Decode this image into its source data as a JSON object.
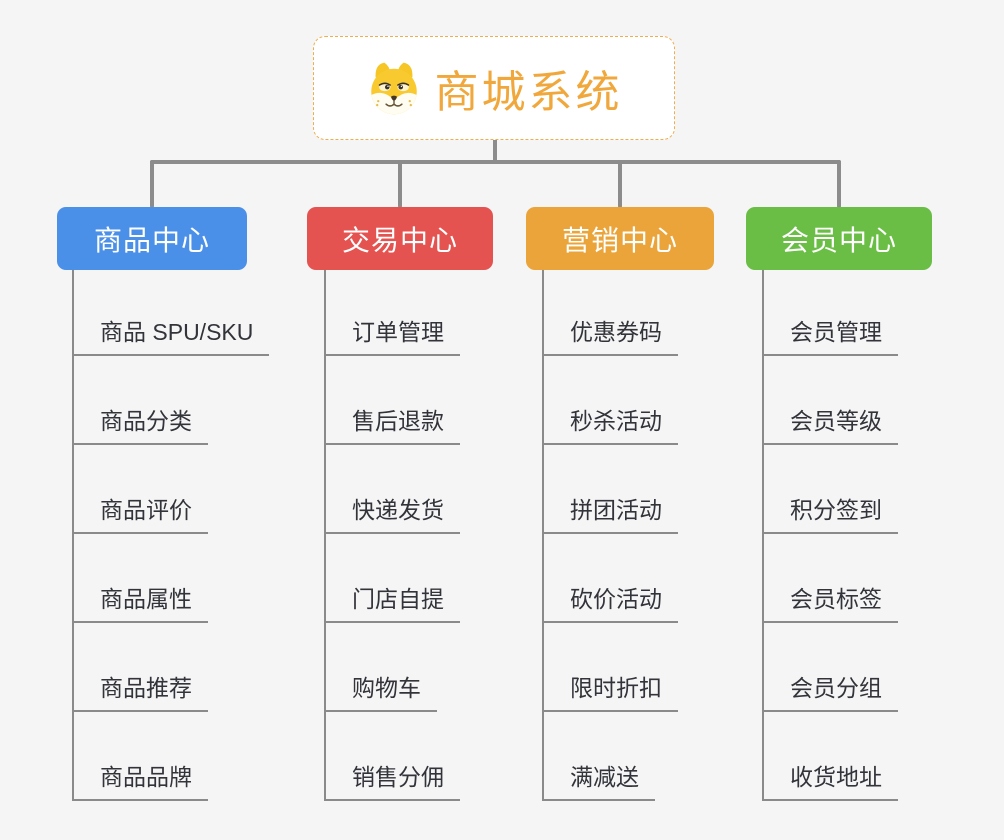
{
  "canvas": {
    "background": "#f5f5f6",
    "connector_color": "#8c8c8c"
  },
  "root": {
    "title": "商城系统",
    "icon": "shiba-dog-icon",
    "text_color": "#f0a73b",
    "border_color": "#f0ad4e",
    "background": "#ffffff"
  },
  "branches": [
    {
      "label": "商品中心",
      "color": "#4a90e8",
      "items": [
        "商品 SPU/SKU",
        "商品分类",
        "商品评价",
        "商品属性",
        "商品推荐",
        "商品品牌"
      ]
    },
    {
      "label": "交易中心",
      "color": "#e4534f",
      "items": [
        "订单管理",
        "售后退款",
        "快递发货",
        "门店自提",
        "购物车",
        "销售分佣"
      ]
    },
    {
      "label": "营销中心",
      "color": "#eaa439",
      "items": [
        "优惠券码",
        "秒杀活动",
        "拼团活动",
        "砍价活动",
        "限时折扣",
        "满减送"
      ]
    },
    {
      "label": "会员中心",
      "color": "#6abe45",
      "items": [
        "会员管理",
        "会员等级",
        "积分签到",
        "会员标签",
        "会员分组",
        "收货地址"
      ]
    }
  ]
}
